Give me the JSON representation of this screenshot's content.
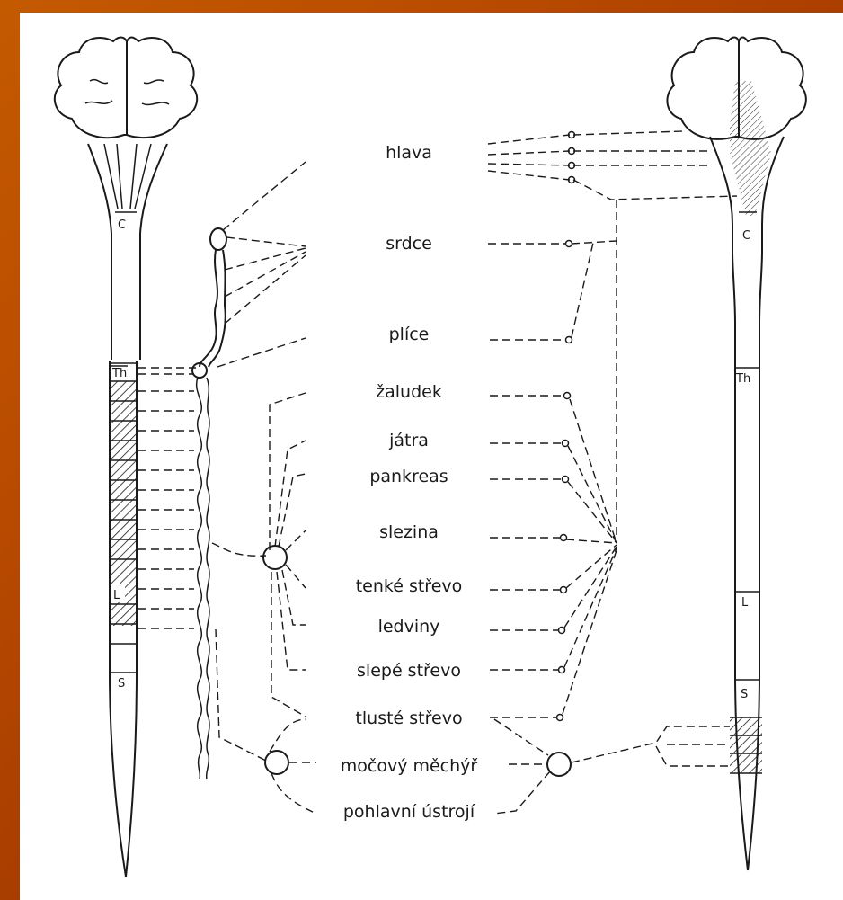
{
  "organs": {
    "hlava": "hlava",
    "srdce": "srdce",
    "plice": "plíce",
    "zaludek": "žaludek",
    "jatra": "játra",
    "pankreas": "pankreas",
    "slezina": "slezina",
    "tenke_strevo": "tenké střevo",
    "ledviny": "ledviny",
    "slepe_strevo": "slepé střevo",
    "tluste_strevo": "tlusté střevo",
    "mocovy_mechyr": "močový měchýř",
    "pohlavni_ustroji": "pohlavní ústrojí"
  },
  "segments_left": {
    "c": "C",
    "th": "Th",
    "l": "L",
    "s": "S"
  },
  "segments_right": {
    "c": "C",
    "th": "Th",
    "l": "L",
    "s": "S"
  }
}
